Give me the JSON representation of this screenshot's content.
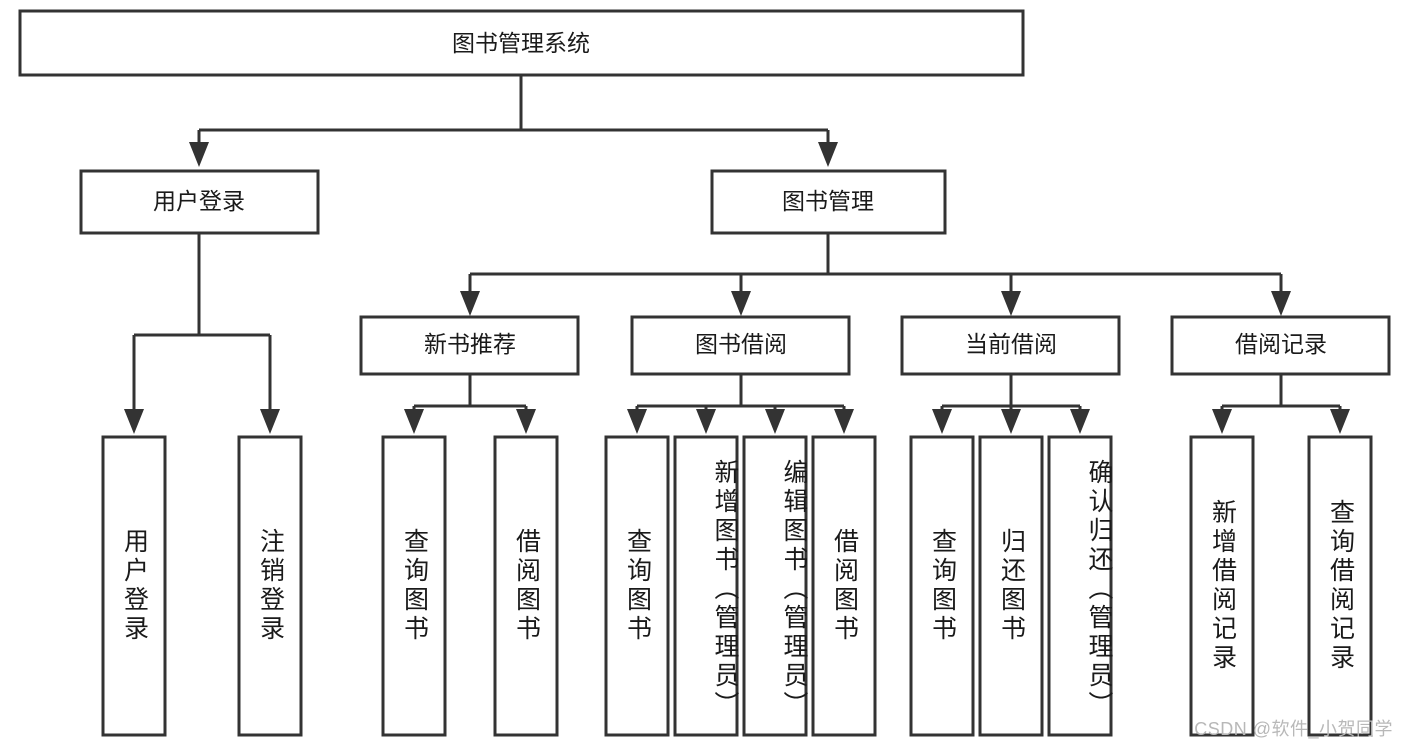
{
  "diagram": {
    "type": "hierarchy-tree",
    "title_node": {
      "label": "图书管理系统"
    },
    "level2": [
      {
        "id": "user-login",
        "label": "用户登录"
      },
      {
        "id": "book-manage",
        "label": "图书管理"
      }
    ],
    "level3": [
      {
        "id": "new-book-rec",
        "label": "新书推荐"
      },
      {
        "id": "book-borrow",
        "label": "图书借阅"
      },
      {
        "id": "current-borrow",
        "label": "当前借阅"
      },
      {
        "id": "borrow-record",
        "label": "借阅记录"
      }
    ],
    "leaves": {
      "user_login": [
        {
          "id": "leaf-user-login",
          "label": "用户登录"
        },
        {
          "id": "leaf-logout",
          "label": "注销登录"
        }
      ],
      "new_book_rec": [
        {
          "id": "leaf-query-book-1",
          "label": "查询图书"
        },
        {
          "id": "leaf-borrow-book-1",
          "label": "借阅图书"
        }
      ],
      "book_borrow": [
        {
          "id": "leaf-query-book-2",
          "label": "查询图书"
        },
        {
          "id": "leaf-add-book",
          "label": "新增图书（管理员）"
        },
        {
          "id": "leaf-edit-book",
          "label": "编辑图书（管理员）"
        },
        {
          "id": "leaf-borrow-book-2",
          "label": "借阅图书"
        }
      ],
      "current_borrow": [
        {
          "id": "leaf-query-book-3",
          "label": "查询图书"
        },
        {
          "id": "leaf-return-book",
          "label": "归还图书"
        },
        {
          "id": "leaf-confirm-return",
          "label": "确认归还（管理员）"
        }
      ],
      "borrow_record": [
        {
          "id": "leaf-add-record",
          "label": "新增借阅记录"
        },
        {
          "id": "leaf-query-record",
          "label": "查询借阅记录"
        }
      ]
    }
  },
  "watermark": {
    "text": "CSDN @软件_小贺同学"
  },
  "colors": {
    "stroke": "#333333",
    "box_fill": "#ffffff",
    "text": "#1a1a1a",
    "watermark": "#b8b8b8",
    "background": "#ffffff"
  }
}
